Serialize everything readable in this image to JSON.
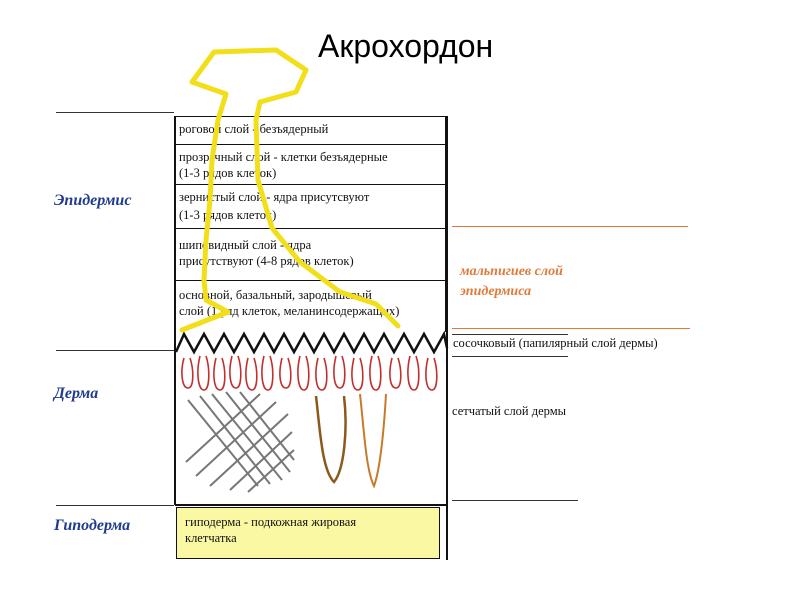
{
  "title": "Акрохордон",
  "regions": {
    "epidermis": "Эпидермис",
    "dermis": "Дерма",
    "hypodermis": "Гиподерма"
  },
  "epidermis_layers": [
    {
      "line1": "роговой слой - безъядерный",
      "line2": ""
    },
    {
      "line1": "прозрачный слой - клетки безъядерные",
      "line2": "(1-3 рядов клеток)"
    },
    {
      "line1": "зернистый слой - ядра присутсвуют",
      "line2": "(1-3 рядов клеток)"
    },
    {
      "line1": "шиповидный слой - ядра",
      "line2": "присутствуют (4-8 рядов клеток)"
    },
    {
      "line1": "основной, базальный, зародышевый",
      "line2": "слой (1 ряд клеток, меланинсодержащих)"
    }
  ],
  "malpighian": {
    "line1": "мальпигиев слой",
    "line2": "эпидермиса"
  },
  "dermis_layers": {
    "papillary": "сосочковый (папилярный слой дермы)",
    "reticular": "сетчатый слой дермы"
  },
  "hypodermis_text": {
    "line1": "гиподерма - подкожная жировая",
    "line2": "клетчатка"
  },
  "colors": {
    "region_label": "#1f3a8f",
    "malpighian_label": "#e07a3a",
    "outline_marker": "#f2df1a",
    "hypodermis_fill": "#fbf8a4",
    "papilla_red": "#c2302e",
    "fiber_gray": "#777777",
    "hair_brown": "#8a5a1a"
  }
}
